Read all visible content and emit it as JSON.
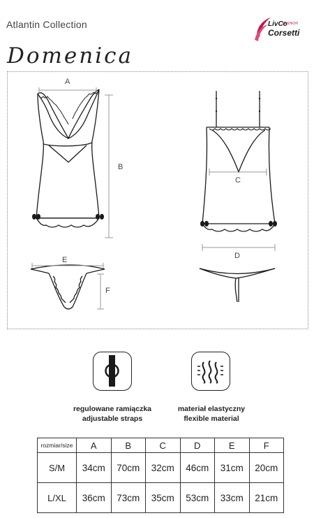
{
  "header": {
    "collection": "Atlantin Collection",
    "product_name": "Domenica"
  },
  "logo": {
    "line1": "LivCo",
    "line2": "FASHION",
    "line3": "Corsetti",
    "accent_color": "#c0174e"
  },
  "diagram": {
    "labels": {
      "A": "A",
      "B": "B",
      "C": "C",
      "D": "D",
      "E": "E",
      "F": "F"
    }
  },
  "features": [
    {
      "icon": "adjustable-strap-icon",
      "line1": "regulowane ramiączka",
      "line2": "adjustable straps"
    },
    {
      "icon": "flexible-material-icon",
      "line1": "materiał elastyczny",
      "line2": "flexible material"
    }
  ],
  "size_table": {
    "header_label": "rozmiar/size",
    "columns": [
      "A",
      "B",
      "C",
      "D",
      "E",
      "F"
    ],
    "rows": [
      {
        "size": "S/M",
        "values": [
          "34cm",
          "70cm",
          "32cm",
          "46cm",
          "31cm",
          "20cm"
        ]
      },
      {
        "size": "L/XL",
        "values": [
          "36cm",
          "73cm",
          "35cm",
          "53cm",
          "33cm",
          "21cm"
        ]
      }
    ]
  }
}
